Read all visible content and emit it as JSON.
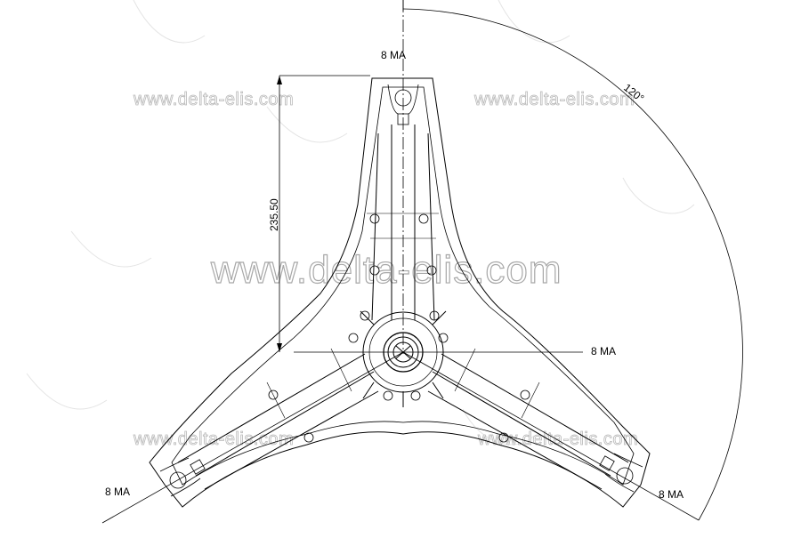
{
  "drawing": {
    "dimension_vertical": "235.50",
    "angle_label": "120°",
    "bolt_labels": {
      "top": "8 MA",
      "center": "8 MA",
      "left": "8 MA",
      "right": "8 MA"
    },
    "watermark": {
      "text": "www.delta-elis.com"
    },
    "line_color": "#000000"
  }
}
